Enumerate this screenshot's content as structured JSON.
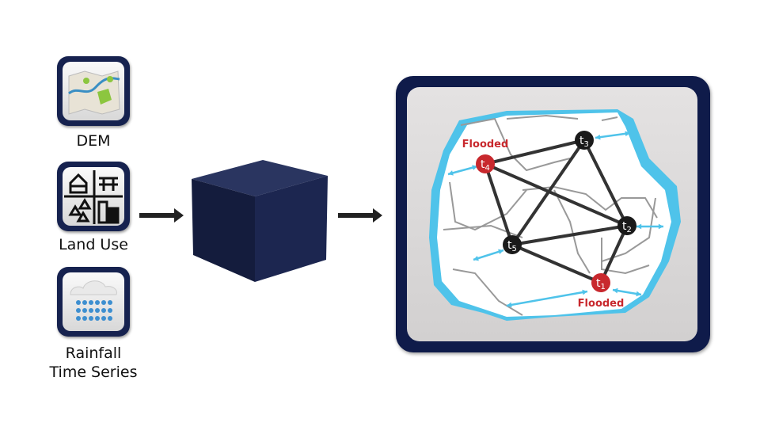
{
  "inputs": [
    {
      "label": "DEM",
      "icon": "map-icon"
    },
    {
      "label": "Land Use",
      "icon": "land-use-icon"
    },
    {
      "label": "Rainfall",
      "label2": "Time Series",
      "icon": "rain-cloud-icon"
    }
  ],
  "model": {
    "icon": "black-box-cube-icon"
  },
  "graph": {
    "nodes": [
      {
        "id": "t1",
        "label": "t",
        "sub": "1",
        "flooded": true
      },
      {
        "id": "t2",
        "label": "t",
        "sub": "2",
        "flooded": false
      },
      {
        "id": "t3",
        "label": "t",
        "sub": "3",
        "flooded": false
      },
      {
        "id": "t4",
        "label": "t",
        "sub": "4",
        "flooded": true
      },
      {
        "id": "t5",
        "label": "t",
        "sub": "5",
        "flooded": false
      }
    ],
    "edges": [
      [
        "t4",
        "t3"
      ],
      [
        "t4",
        "t2"
      ],
      [
        "t4",
        "t5"
      ],
      [
        "t3",
        "t5"
      ],
      [
        "t3",
        "t2"
      ],
      [
        "t5",
        "t2"
      ],
      [
        "t5",
        "t1"
      ],
      [
        "t2",
        "t1"
      ]
    ],
    "flooded_label": "Flooded",
    "colors": {
      "flooded": "#c8282d",
      "normal": "#1a1a1a",
      "water": "#4fc3ea",
      "edge": "#333333"
    }
  }
}
